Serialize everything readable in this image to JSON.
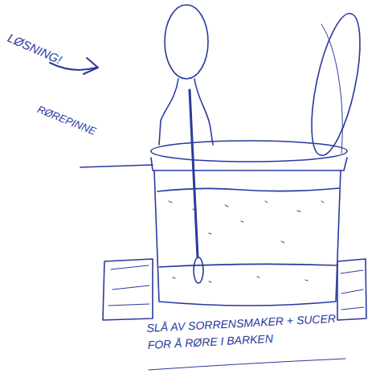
{
  "diagram": {
    "labels": [
      "LØSNING!",
      "RØREPINNE",
      "SLÅ AV SORRENSMAKER + SUCER FOR Å RØRE I BARKEN"
    ]
  }
}
